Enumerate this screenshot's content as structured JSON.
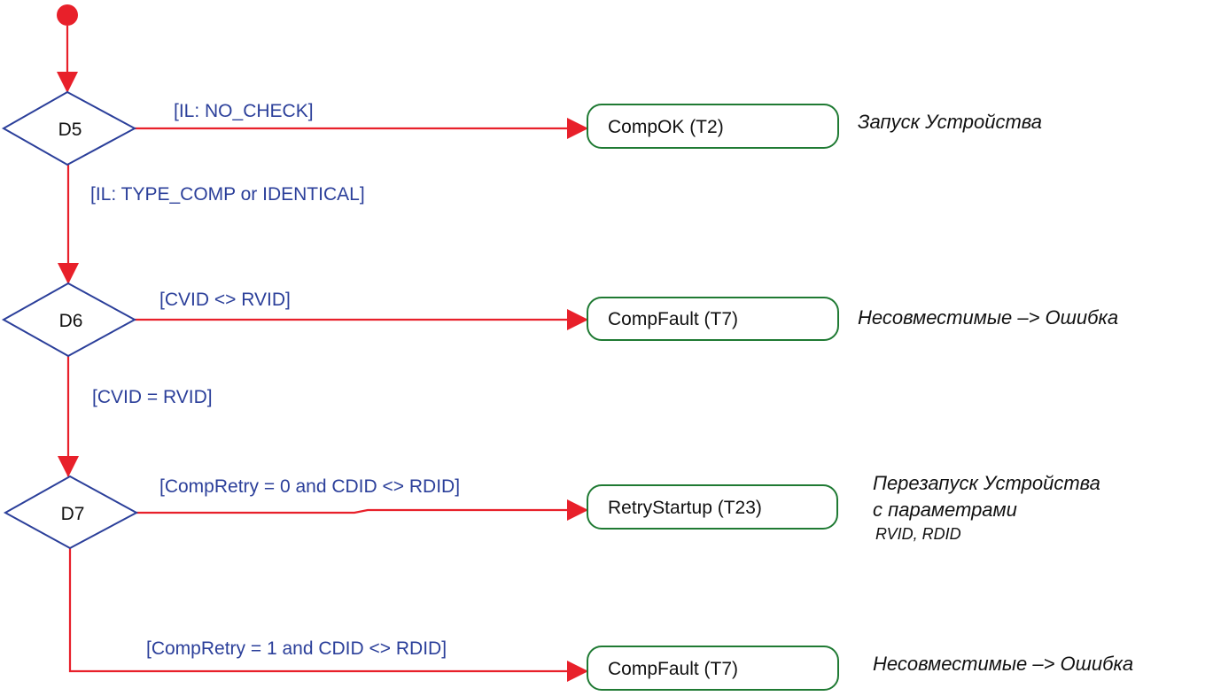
{
  "colors": {
    "flow": "#e8202a",
    "decision_border": "#2b3f9a",
    "guard_text": "#2b3f9a",
    "state_border": "#1f7a33"
  },
  "decisions": {
    "d5": "D5",
    "d6": "D6",
    "d7": "D7"
  },
  "guards": {
    "d5_right": "[IL: NO_CHECK]",
    "d5_down": "[IL: TYPE_COMP or  IDENTICAL]",
    "d6_right": "[CVID <> RVID]",
    "d6_down": "[CVID = RVID]",
    "d7_right": "[CompRetry = 0 and CDID <> RDID]",
    "d7_down": "[CompRetry = 1 and CDID <> RDID]"
  },
  "states": {
    "comp_ok": "CompOK (T2)",
    "comp_fault_1": "CompFault (T7)",
    "retry_startup": "RetryStartup (T23)",
    "comp_fault_2": "CompFault (T7)"
  },
  "notes": {
    "comp_ok": "Запуск Устройства",
    "comp_fault_1": "Несовместимые  –> Ошибка",
    "retry_line1": "Перезапуск Устройства",
    "retry_line2": "с параметрами",
    "retry_line3": "RVID, RDID",
    "comp_fault_2": "Несовместимые  –> Ошибка"
  }
}
